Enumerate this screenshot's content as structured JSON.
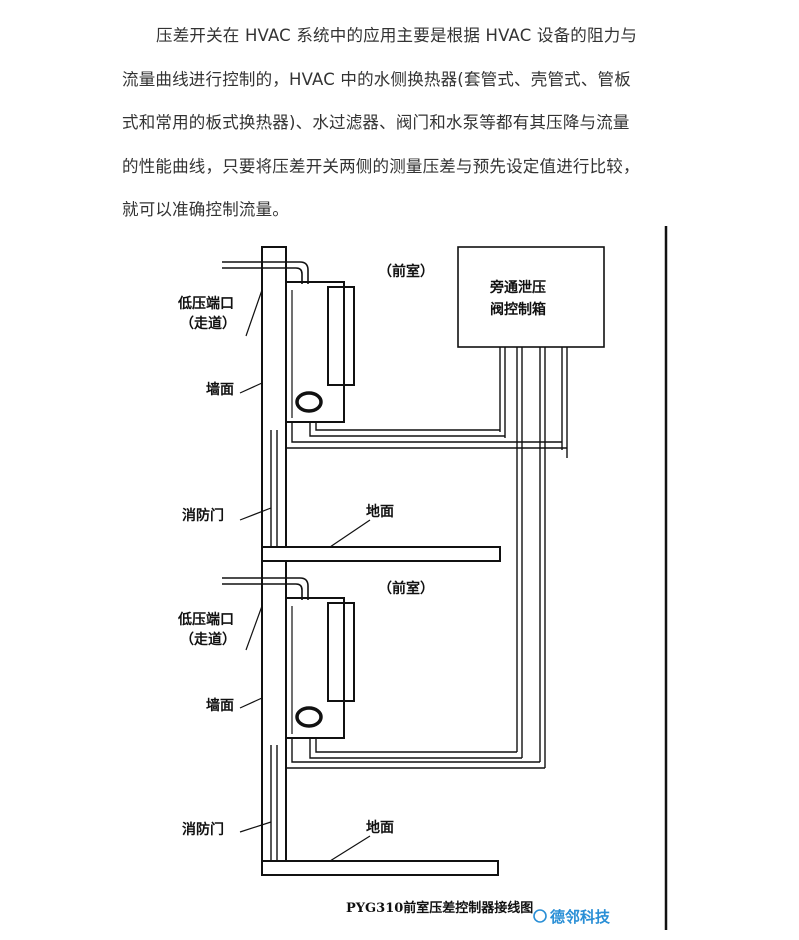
{
  "article": {
    "lines": [
      "压差开关在 HVAC 系统中的应用主要是根据 HVAC 设备的阻力与",
      "流量曲线进行控制的，HVAC 中的水侧换热器(套管式、壳管式、管板",
      "式和常用的板式换热器)、水过滤器、阀门和水泵等都有其压降与流量",
      "的性能曲线，只要将压差开关两侧的测量压差与预先设定值进行比较，",
      "就可以准确控制流量。"
    ]
  },
  "figure": {
    "control_box_line1": "旁通泄压",
    "control_box_line2": "阀控制箱",
    "upper": {
      "anteroom": "（前室）",
      "low_port_line1": "低压端口",
      "low_port_line2": "（走道）",
      "wall": "墙面",
      "fire_door": "消防门",
      "floor": "地面"
    },
    "lower": {
      "anteroom": "（前室）",
      "low_port_line1": "低压端口",
      "low_port_line2": "（走道）",
      "wall": "墙面",
      "fire_door": "消防门",
      "floor": "地面"
    },
    "caption": "PYG310前室压差控制器接线图",
    "watermark": "德邻科技"
  }
}
